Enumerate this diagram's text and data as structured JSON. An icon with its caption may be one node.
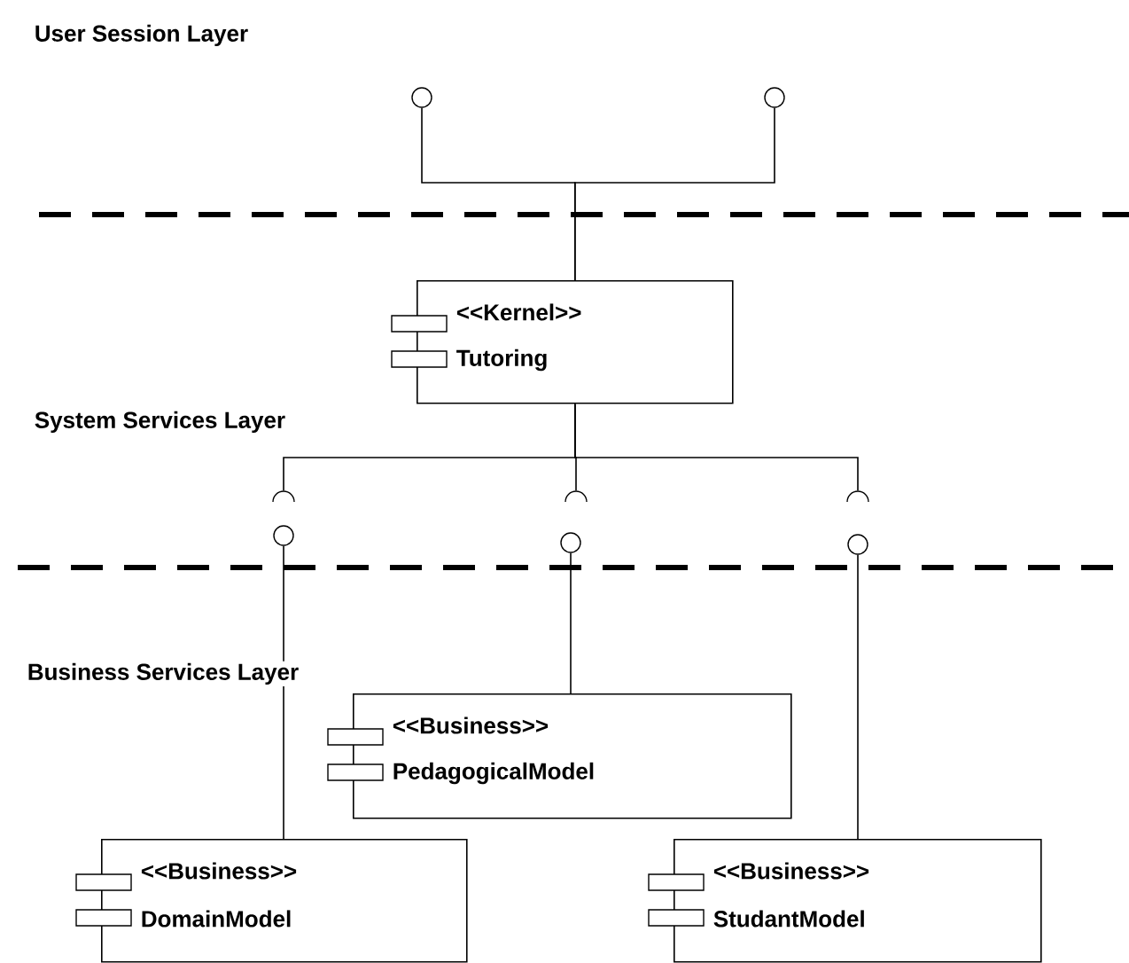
{
  "diagram": {
    "nodes": [
      {
        "text": [],
        "shape": "circle"
      },
      {
        "text": [],
        "shape": "circle"
      },
      {
        "text": [
          "<<Kernel>>",
          "Tutoring"
        ]
      },
      {
        "text": [],
        "shape": "semicircle"
      },
      {
        "text": [],
        "shape": "semicircle"
      },
      {
        "text": [],
        "shape": "semicircle"
      },
      {
        "text": [],
        "shape": "circle"
      },
      {
        "text": [],
        "shape": "circle"
      },
      {
        "text": [],
        "shape": "circle"
      },
      {
        "text": [
          "<<Business>>",
          "PedagogicalModel"
        ]
      },
      {
        "text": [
          "<<Business>>",
          "DomainModel"
        ]
      },
      {
        "text": [
          "<<Business>>",
          "StudantModel"
        ]
      }
    ],
    "edges": [
      {
        "from": 2,
        "to": 0,
        "arrow": "none"
      },
      {
        "from": 2,
        "to": 1,
        "arrow": "none"
      },
      {
        "from": 2,
        "to": 3,
        "arrow": "none"
      },
      {
        "from": 2,
        "to": 4,
        "arrow": "none"
      },
      {
        "from": 2,
        "to": 5,
        "arrow": "none"
      },
      {
        "from": 9,
        "to": 7,
        "arrow": "none"
      },
      {
        "from": 10,
        "to": 6,
        "arrow": "none"
      },
      {
        "from": 11,
        "to": 8,
        "arrow": "none"
      }
    ],
    "labels": [
      "User Session Layer",
      "System Services Layer",
      "Business Services Layer"
    ]
  }
}
